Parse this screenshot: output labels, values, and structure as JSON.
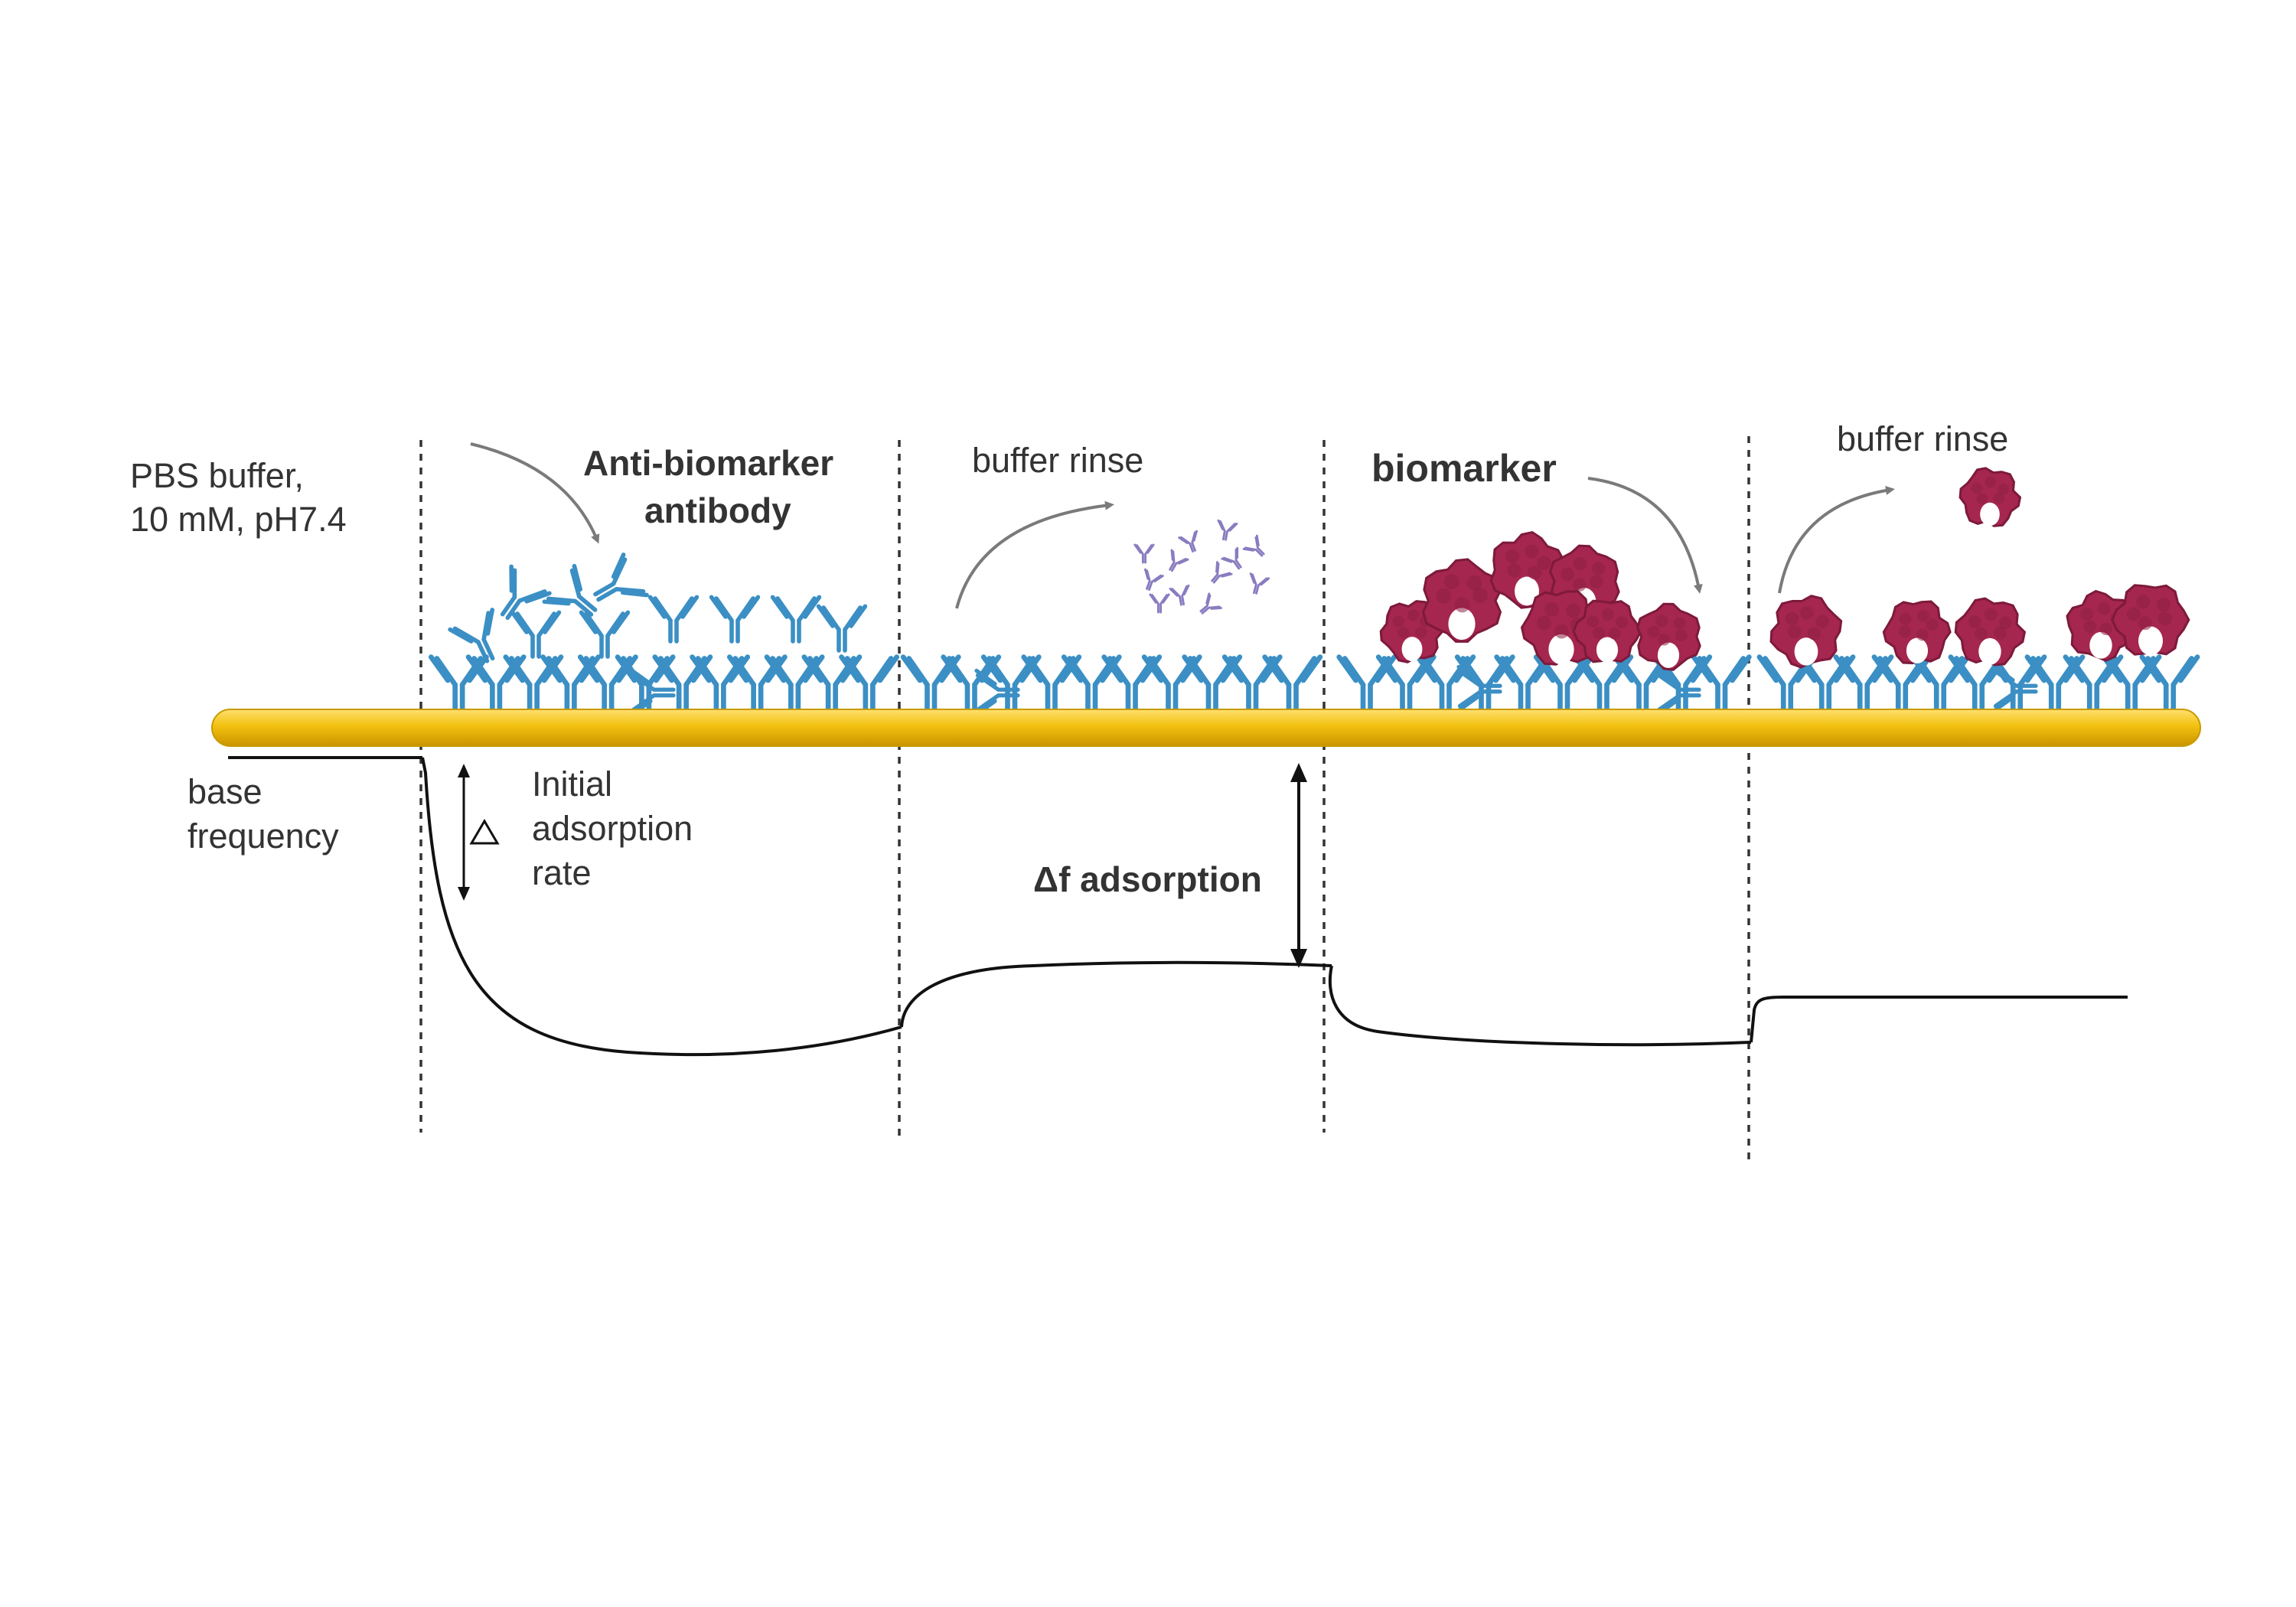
{
  "labels": {
    "pbs_line1": "PBS buffer,",
    "pbs_line2": "10 mM, pH7.4",
    "antibody_line1": "Anti-biomarker",
    "antibody_line2": "antibody",
    "buffer_rinse_1": "buffer rinse",
    "biomarker": "biomarker",
    "buffer_rinse_2": "buffer rinse",
    "base_line1": "base",
    "base_line2": "frequency",
    "initial_line1": "Initial",
    "initial_line2": "adsorption",
    "initial_line3": "rate",
    "delta_f": "Δf adsorption"
  },
  "colors": {
    "antibody": "#3b8fc4",
    "biomarker": "#a5264f",
    "small_antibody": "#8a7cc0",
    "gold_surface": "#f0c010",
    "gold_edge": "#d8a000",
    "curve": "#111111",
    "text": "#333333",
    "arrow_grey": "#7a7a7a"
  }
}
